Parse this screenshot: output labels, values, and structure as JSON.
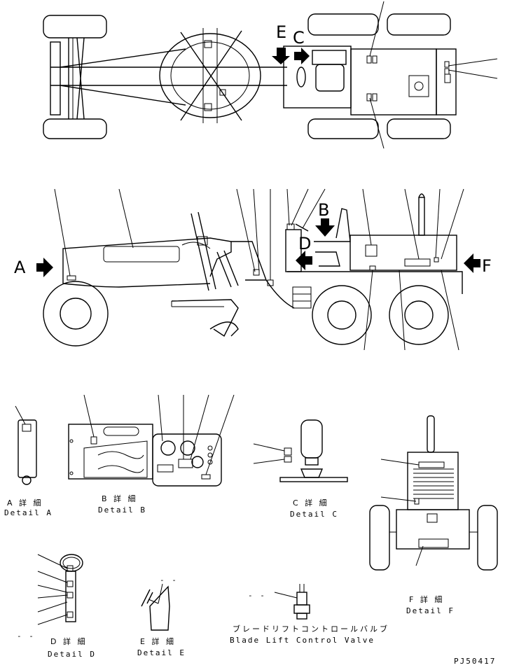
{
  "callouts": {
    "A": "A",
    "B": "B",
    "C": "C",
    "D": "D",
    "E": "E",
    "F": "F"
  },
  "details": {
    "a": {
      "jp": "A 詳 細",
      "en": "Detail A"
    },
    "b": {
      "jp": "B 詳 細",
      "en": "Detail B"
    },
    "c": {
      "jp": "C 詳 細",
      "en": "Detail C"
    },
    "d": {
      "jp": "D 詳 細",
      "en": "Detail D"
    },
    "e": {
      "jp": "E 詳 細",
      "en": "Detail E"
    },
    "f": {
      "jp": "F 詳 細",
      "en": "Detail F"
    },
    "valve": {
      "jp": "ブレードリフトコントロールバルブ",
      "en": "Blade Lift Control Valve"
    }
  },
  "dash_marks": {
    "d": "- -",
    "e": "- -",
    "valve": "- -"
  },
  "figure_code": "PJ50417"
}
